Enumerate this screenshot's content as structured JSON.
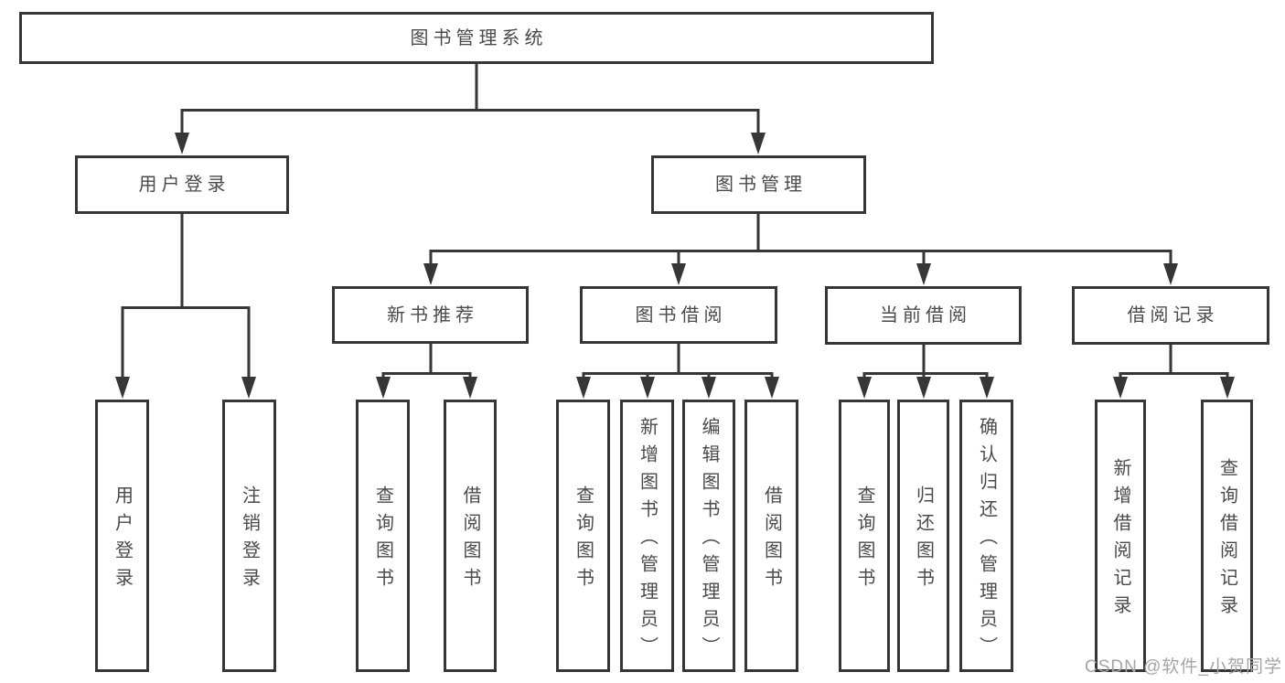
{
  "tree": {
    "root": {
      "label": "图书管理系统"
    },
    "branches": [
      {
        "label": "用户登录",
        "children": [
          {
            "label": "用户登录"
          },
          {
            "label": "注销登录"
          }
        ]
      },
      {
        "label": "图书管理",
        "children": [
          {
            "label": "新书推荐",
            "children": [
              {
                "label": "查询图书"
              },
              {
                "label": "借阅图书"
              }
            ]
          },
          {
            "label": "图书借阅",
            "children": [
              {
                "label": "查询图书"
              },
              {
                "label": "新增图书（管理员）"
              },
              {
                "label": "编辑图书（管理员）"
              },
              {
                "label": "借阅图书"
              }
            ]
          },
          {
            "label": "当前借阅",
            "children": [
              {
                "label": "查询图书"
              },
              {
                "label": "归还图书"
              },
              {
                "label": "确认归还（管理员）"
              }
            ]
          },
          {
            "label": "借阅记录",
            "children": [
              {
                "label": "新增借阅记录"
              },
              {
                "label": "查询借阅记录"
              }
            ]
          }
        ]
      }
    ]
  },
  "watermark": {
    "text": "CSDN @软件_小贺同学"
  },
  "colors": {
    "line": "#363636",
    "text": "#4a4a4a",
    "watermark": "#a5a5a5",
    "background": "#ffffff"
  }
}
